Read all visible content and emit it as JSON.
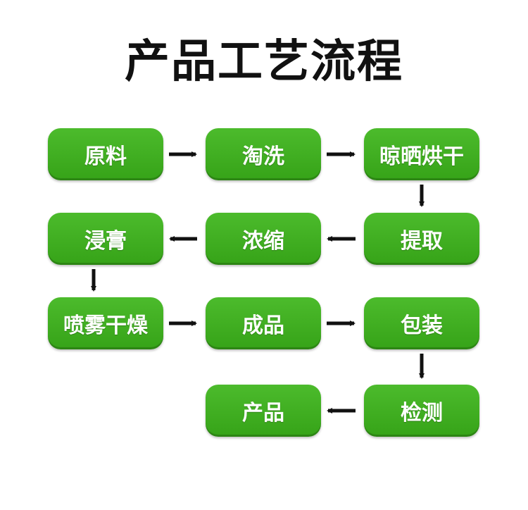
{
  "title": "产品工艺流程",
  "colors": {
    "box": "#3cae1f",
    "arrow": "#111111",
    "title": "#111111"
  },
  "steps": [
    {
      "id": "raw-material",
      "label": "原料"
    },
    {
      "id": "washing",
      "label": "淘洗"
    },
    {
      "id": "drying-airing",
      "label": "晾晒烘干"
    },
    {
      "id": "extraction",
      "label": "提取"
    },
    {
      "id": "concentration",
      "label": "浓缩"
    },
    {
      "id": "soaking-paste",
      "label": "浸膏"
    },
    {
      "id": "spray-drying",
      "label": "喷雾干燥"
    },
    {
      "id": "finished-product",
      "label": "成品"
    },
    {
      "id": "packaging",
      "label": "包装"
    },
    {
      "id": "inspection",
      "label": "检测"
    },
    {
      "id": "product",
      "label": "产品"
    }
  ],
  "flow": [
    [
      "raw-material",
      "washing"
    ],
    [
      "washing",
      "drying-airing"
    ],
    [
      "drying-airing",
      "extraction"
    ],
    [
      "extraction",
      "concentration"
    ],
    [
      "concentration",
      "soaking-paste"
    ],
    [
      "soaking-paste",
      "spray-drying"
    ],
    [
      "spray-drying",
      "finished-product"
    ],
    [
      "finished-product",
      "packaging"
    ],
    [
      "packaging",
      "inspection"
    ],
    [
      "inspection",
      "product"
    ]
  ]
}
